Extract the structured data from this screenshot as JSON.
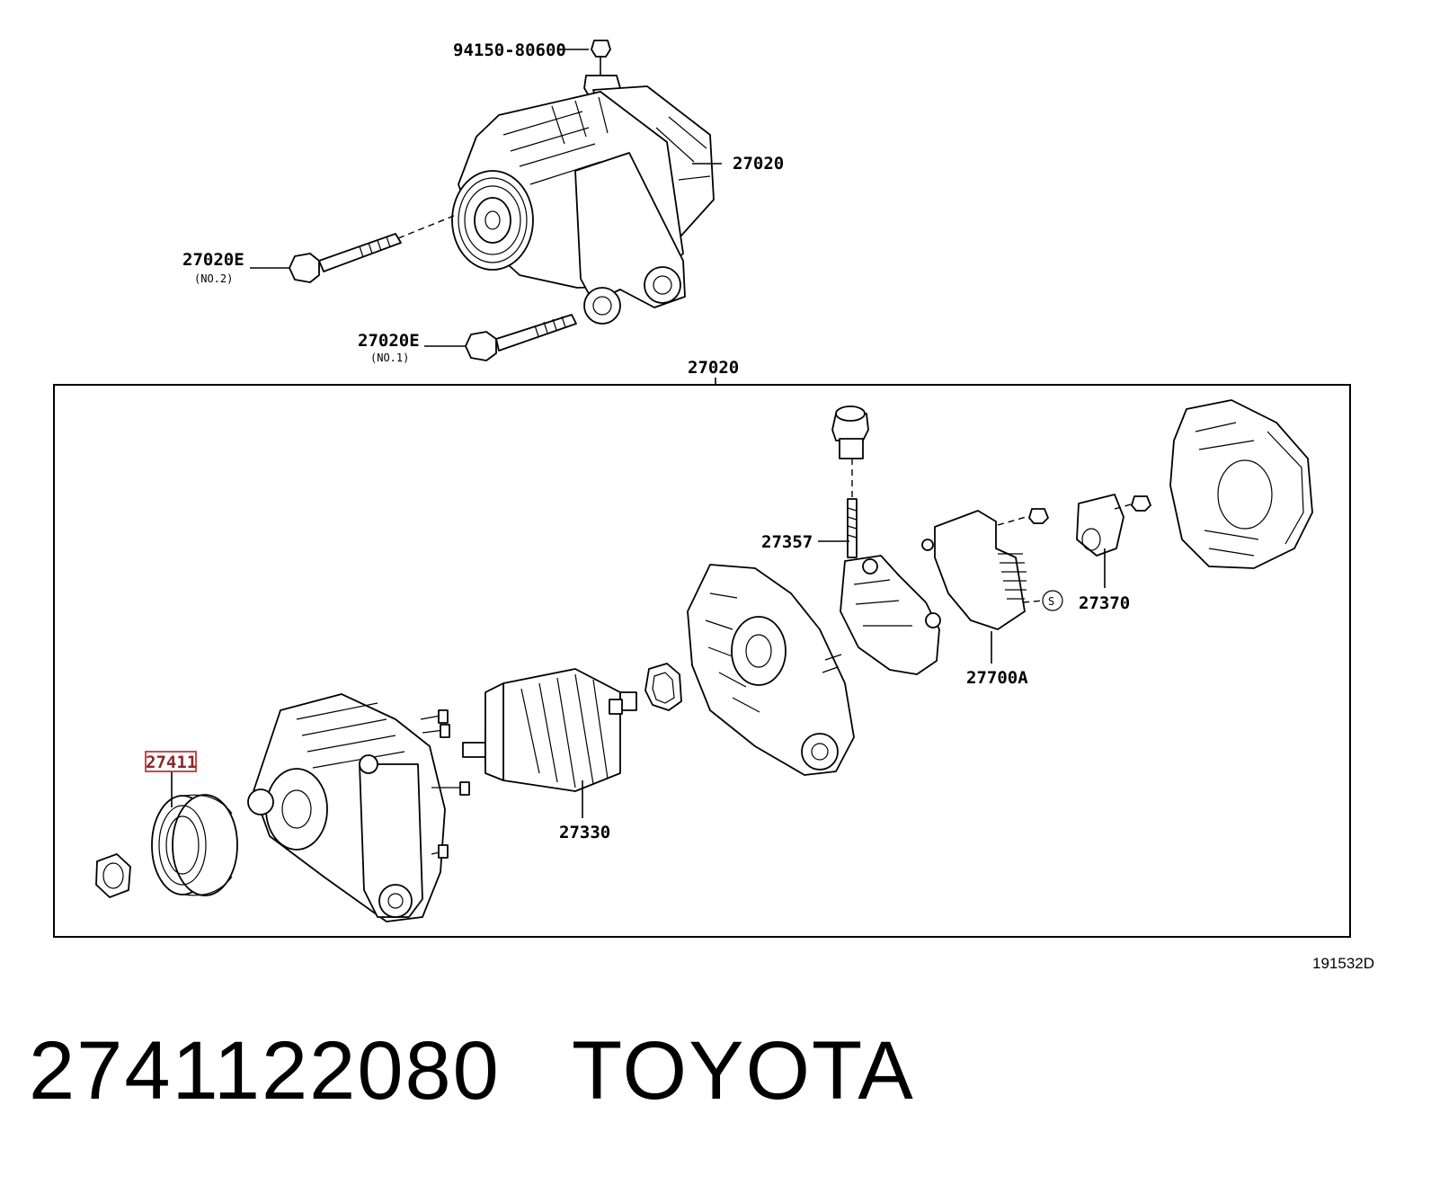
{
  "labels": {
    "bolt_top": "94150-80600",
    "alternator_assy": "27020",
    "bolt_no2": "27020E",
    "bolt_no2_note": "(NO.2)",
    "bolt_no1": "27020E",
    "bolt_no1_note": "(NO.1)",
    "box_assy": "27020",
    "pulley": "27411",
    "terminal": "27357",
    "rectifier_holder": "27370",
    "regulator": "27700A",
    "rotor": "27330",
    "s_symbol": "S"
  },
  "diagram_code": "191532D",
  "caption": {
    "part_number": "2741122080",
    "brand": "TOYOTA"
  },
  "colors": {
    "highlight": "#d2302f",
    "ink": "#000000"
  }
}
